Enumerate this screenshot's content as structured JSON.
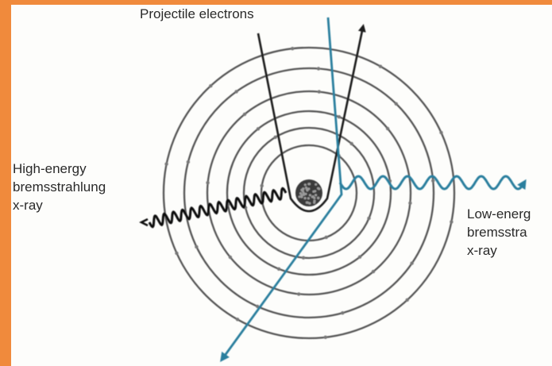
{
  "diagram": {
    "title": "Projectile electrons",
    "high_energy_label": [
      "High-energy",
      "bremsstrahlung",
      "x-ray"
    ],
    "low_energy_label": [
      "Low-energ",
      "bremsstra",
      "x-ray"
    ]
  },
  "colors": {
    "border": "#f08a3c",
    "background": "#fdfdfb",
    "orbit": "#555555",
    "electron_path": "#1a1a1a",
    "deflected_path": "#2a7f9e",
    "low_energy_wave": "#2a7f9e",
    "high_energy_wave": "#111111",
    "nucleus": "#444444"
  }
}
